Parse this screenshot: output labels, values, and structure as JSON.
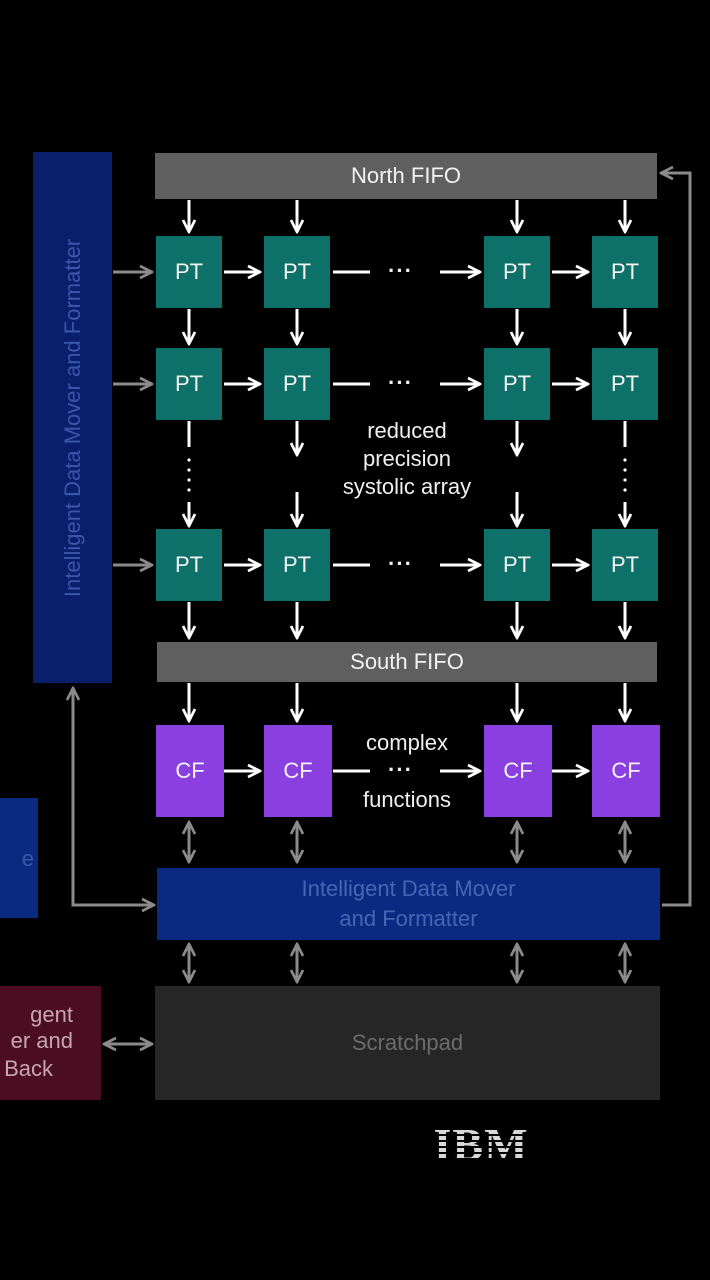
{
  "north_fifo": "North FIFO",
  "south_fifo": "South FIFO",
  "pt_label": "PT",
  "cf_label": "CF",
  "ellipsis": "···",
  "mover_vertical": "Intelligent Data Mover and Formatter",
  "mover_horizontal": [
    "Intelligent Data Mover",
    "and Formatter"
  ],
  "scratchpad": "Scratchpad",
  "systolic_label": [
    "reduced",
    "precision",
    "systolic array"
  ],
  "complex_label": [
    "complex",
    "functions"
  ],
  "left_blue_partial": "e",
  "left_maroon_partial": [
    "gent",
    "er and",
    "Back"
  ],
  "logo": "IBM",
  "colors": {
    "background": "#000000",
    "fifo": "#5f5f5f",
    "pt": "#0d7069",
    "cf": "#8a3fe0",
    "mover": "#0a2a82",
    "scratchpad": "#262626",
    "maroon": "#4a0d22"
  }
}
